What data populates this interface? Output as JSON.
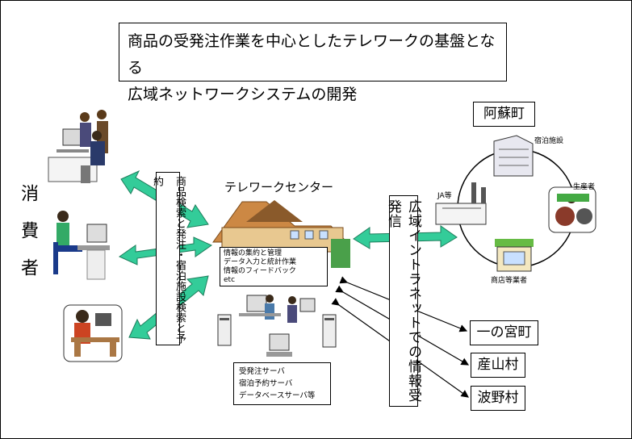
{
  "title": {
    "line1": "商品の受発注作業を中心としたテレワークの基盤となる",
    "line2": "広域ネットワークシステムの開発"
  },
  "consumer_label": "消費者",
  "service_label": "商品検索と発注・宿泊施設検索と予約",
  "telework_center_label": "テレワークセンター",
  "work_items": [
    "情報の集約と管理",
    "データ入力と統計作業",
    "情報のフィードバック",
    "etc"
  ],
  "servers": [
    "受発注サーバ",
    "宿泊予約サーバ",
    "データベースサーバ等"
  ],
  "intranet_label": "広域イントラネットでの情報受発信",
  "aso": {
    "name": "阿蘇町",
    "facilities": [
      "宿泊施設",
      "生産者",
      "商店等業者",
      "JA等"
    ]
  },
  "towns": [
    "一の宮町",
    "産山村",
    "波野村"
  ],
  "colors": {
    "arrow": "#33cc99",
    "house": "#cc8844",
    "roof": "#8a5a2b"
  }
}
